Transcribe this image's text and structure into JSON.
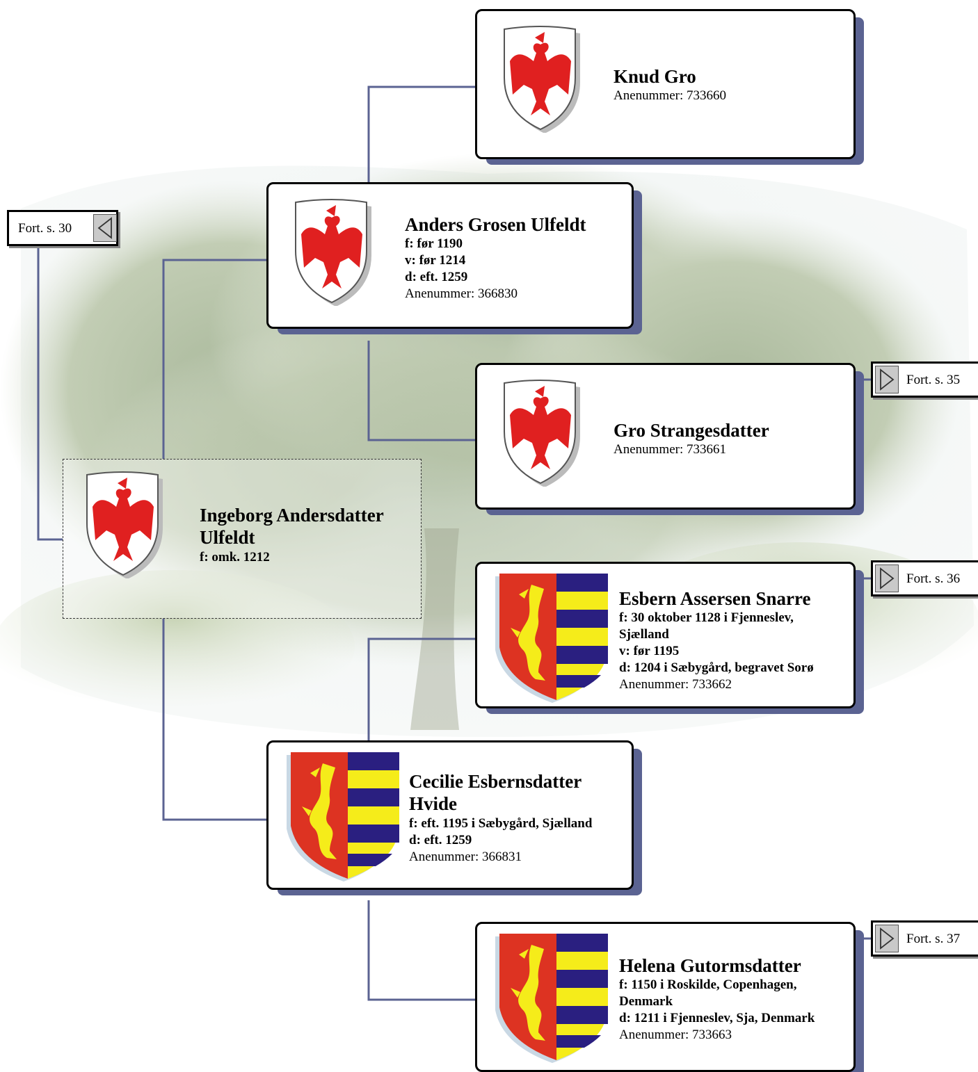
{
  "colors": {
    "connector": "#5b6392",
    "shadow": "#5b6392",
    "eagle_red": "#e02020",
    "hvide_red": "#dd3322",
    "hvide_yellow": "#f5ec1a",
    "hvide_navy": "#2a1f80"
  },
  "persons": {
    "knud": {
      "name": "Knud Gro",
      "events": [],
      "anenummer": "Anenummer: 733660",
      "arms": "eagle-arms-icon"
    },
    "anders": {
      "name": "Anders Grosen Ulfeldt",
      "events": [
        "f: før 1190",
        "v: før 1214",
        "d: eft. 1259"
      ],
      "anenummer": "Anenummer: 366830",
      "arms": "eagle-arms-icon"
    },
    "gro": {
      "name": "Gro Strangesdatter",
      "events": [],
      "anenummer": "Anenummer: 733661",
      "arms": "eagle-arms-icon"
    },
    "ingeborg": {
      "name_line1": "Ingeborg Andersdatter",
      "name_line2": "Ulfeldt",
      "events": [
        "f: omk. 1212"
      ],
      "arms": "eagle-arms-icon"
    },
    "esbern": {
      "name": "Esbern Assersen Snarre",
      "events": [
        "f: 30 oktober 1128 i Fjenneslev,",
        "Sjælland",
        "v: før 1195",
        "d: 1204 i Sæbygård, begravet Sorø"
      ],
      "anenummer": "Anenummer: 733662",
      "arms": "hvide-arms-icon"
    },
    "cecilie": {
      "name_line1": "Cecilie Esbernsdatter",
      "name_line2": "Hvide",
      "events": [
        "f: eft. 1195 i Sæbygård, Sjælland",
        "d: eft. 1259"
      ],
      "anenummer": "Anenummer: 366831",
      "arms": "hvide-arms-icon"
    },
    "helena": {
      "name": "Helena Gutormsdatter",
      "events": [
        "f: 1150 i Roskilde, Copenhagen,",
        "Denmark",
        "d: 1211 i Fjenneslev, Sja, Denmark"
      ],
      "anenummer": "Anenummer: 733663",
      "arms": "hvide-arms-icon"
    }
  },
  "continuations": {
    "left": {
      "label": "Fort. s. 30",
      "icon": "triangle-left-icon"
    },
    "gro": {
      "label": "Fort. s. 35",
      "icon": "triangle-right-icon"
    },
    "esbern": {
      "label": "Fort. s. 36",
      "icon": "triangle-right-icon"
    },
    "helena": {
      "label": "Fort. s. 37",
      "icon": "triangle-right-icon"
    }
  }
}
